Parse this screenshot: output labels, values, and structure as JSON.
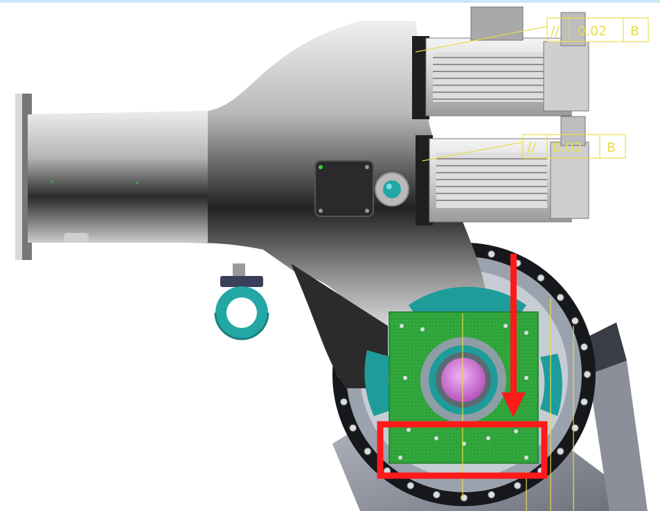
{
  "viewport": {
    "model": "robot arm assembly with two servo motors on a rotary joint flange"
  },
  "colors": {
    "casting_dark": "#1a1a1a",
    "casting_light": "#e6e6e6",
    "motor_body": "#cfcfcf",
    "mount_plate": "#2ea33a",
    "flange_bolt_ring": "#1e9c9a",
    "eyebolt": "#23a7a5",
    "shaft": "#d27ad6",
    "gdt_annotation": "#e8de45",
    "highlight_box": "#ff1a1a",
    "highlight_arrow": "#ff1a1a"
  },
  "annotations": {
    "gdt_upper": {
      "symbol": "//",
      "value": "0.02",
      "datum": "B"
    },
    "gdt_lower": {
      "symbol": "//",
      "value": "0.02",
      "datum": "B"
    }
  },
  "highlight": {
    "box_color": "#ff1a1a",
    "arrow_color": "#ff1a1a"
  },
  "icons": [
    "eyebolt-icon",
    "cover-plate-icon",
    "plug-icon",
    "arrow-down-icon"
  ]
}
